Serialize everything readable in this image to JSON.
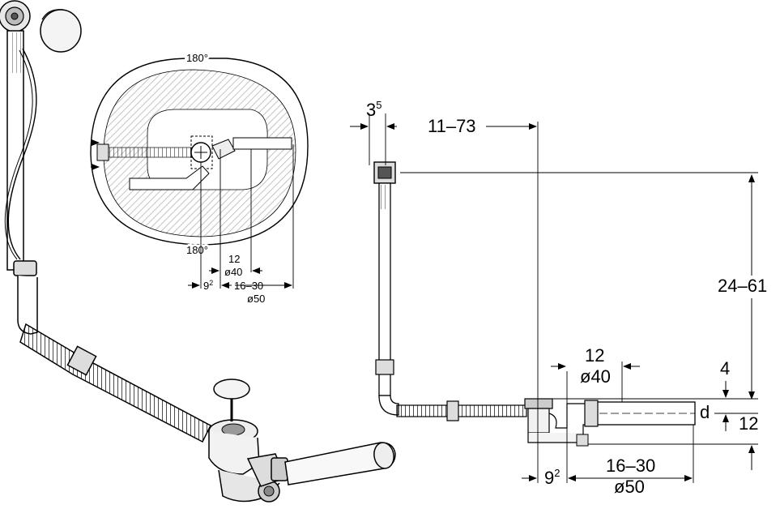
{
  "top_view": {
    "angle_top": "180°",
    "angle_bottom": "180°",
    "dim_12": "12",
    "dim_d40": "ø40",
    "dim_9": "9",
    "dim_9_sup": "2",
    "dim_16_30": "16–30",
    "dim_d50": "ø50"
  },
  "side_view": {
    "dim_3": "3",
    "dim_3_sup": "5",
    "dim_11_73": "11–73",
    "dim_24_61": "24–61",
    "dim_12_upper": "12",
    "dim_d40": "ø40",
    "dim_4": "4",
    "dim_d": "d",
    "dim_12_right": "12",
    "dim_9": "9",
    "dim_9_sup": "2",
    "dim_16_30": "16–30",
    "dim_d50": "ø50"
  },
  "colors": {
    "line": "#000000",
    "hatch": "#bfbfbf",
    "fill": "#d9d9d9",
    "shade": "#f2f2f2"
  }
}
